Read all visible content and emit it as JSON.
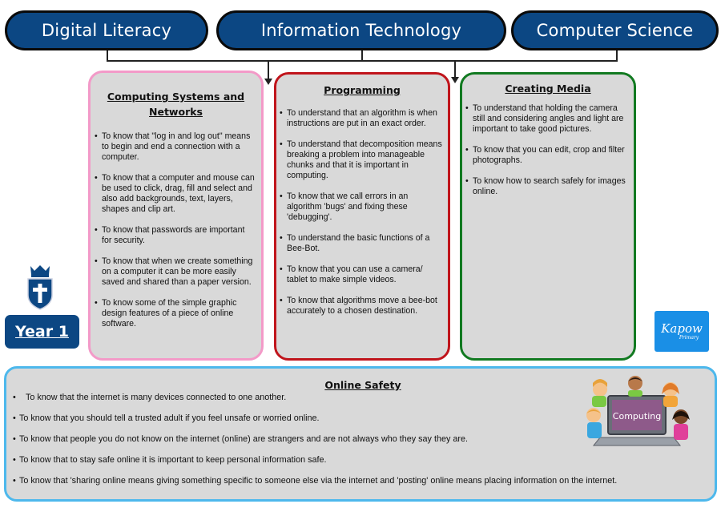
{
  "strands": {
    "digital_literacy": "Digital Literacy",
    "information_technology": "Information Technology",
    "computer_science": "Computer Science"
  },
  "cards": {
    "computing_systems": {
      "title_line1": "Computing Systems and",
      "title_line2": "Networks",
      "items": [
        "To know that \"log in and log out\" means to begin and end a connection with a computer.",
        "To know that a computer and mouse can be used to click, drag, fill and select and also add backgrounds, text, layers, shapes and clip art.",
        "To know that passwords are important for security.",
        "To know that when we create something on a computer it can be more easily saved and shared than a paper version.",
        "To know some of the simple graphic design features of a piece of online software."
      ]
    },
    "programming": {
      "title": "Programming",
      "items": [
        "To understand that an algorithm is when instructions are put in an exact order.",
        "To understand that decomposition means breaking a problem into manageable chunks and that it is important in computing.",
        "To know that we call errors in an algorithm 'bugs' and fixing these 'debugging'.",
        "To understand the basic functions of a Bee-Bot.",
        "To know that you can use a camera/ tablet to make simple videos.",
        "To know that algorithms move a bee-bot accurately to a chosen destination."
      ]
    },
    "creating_media": {
      "title": "Creating Media",
      "items": [
        "To understand that holding the camera still and considering angles and light are important to take good pictures.",
        "To know that you can edit, crop and filter photographs.",
        "To know how to search safely for images online."
      ]
    }
  },
  "year_badge": "Year 1",
  "kapow": {
    "line1": "Kapow",
    "line2": "Primary"
  },
  "online_safety": {
    "title": "Online Safety",
    "items": [
      "To know that the internet is many devices connected to one another.",
      "To know that you should tell a trusted adult if you feel unsafe or worried online.",
      "To know that people you do not know on the internet (online) are strangers and are not always who they say they are.",
      "To know that to stay safe online it is important to keep personal information safe.",
      "To know that 'sharing online means giving something specific to someone else via the internet and 'posting' online means placing information on the internet."
    ]
  },
  "illustration": {
    "screen_label": "Computing"
  },
  "colors": {
    "navy": "#0c4783",
    "pink_border": "#f39ac8",
    "red_border": "#c0151c",
    "green_border": "#127a21",
    "blue_border": "#4db8ec",
    "card_bg": "#d9d9d9"
  }
}
